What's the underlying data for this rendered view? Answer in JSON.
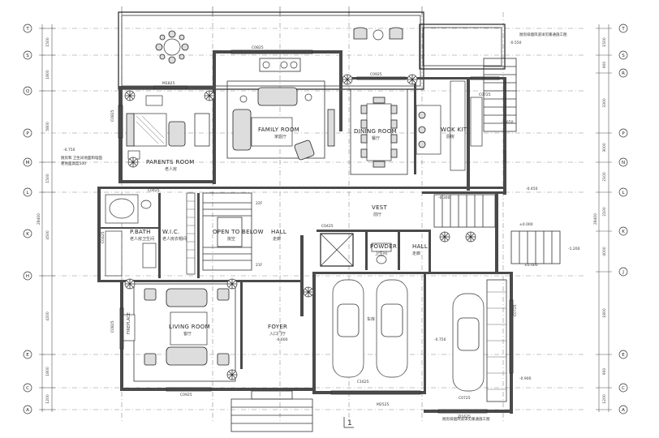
{
  "rooms": {
    "parents_room": {
      "label": "PARENTS ROOM",
      "sub": "老人房"
    },
    "family_room": {
      "label": "FAMILY ROOM",
      "sub": "家庭厅"
    },
    "dining_room": {
      "label": "DINING ROOM",
      "sub": "餐厅"
    },
    "wok_kit": {
      "label": "WOK KIT",
      "sub": "厨房"
    },
    "p_bath": {
      "label": "P.BATH",
      "sub": "老人房卫生间"
    },
    "wic": {
      "label": "W.I.C.",
      "sub": "老人房衣帽间"
    },
    "open_below": {
      "label": "OPEN TO BELOW",
      "sub": "挑空"
    },
    "hall_upper": {
      "label": "HALL",
      "sub": "走廊"
    },
    "vest": {
      "label": "VEST",
      "sub": "前厅"
    },
    "powder": {
      "label": "POWDER",
      "sub": "卫生间"
    },
    "hall_lower": {
      "label": "HALL",
      "sub": "走廊"
    },
    "living_room": {
      "label": "LIVING ROOM",
      "sub": "客厅"
    },
    "foyer": {
      "label": "FOYER",
      "sub": "入口门厅"
    },
    "garage": {
      "label": "",
      "sub": "车库"
    },
    "fireplace": {
      "label": "FIREPLACE"
    }
  },
  "axes_left": [
    "T",
    "S",
    "Q",
    "P",
    "M",
    "L",
    "K",
    "H",
    "E",
    "C",
    "A"
  ],
  "axes_right": [
    "T",
    "S",
    "R",
    "P",
    "N",
    "L",
    "K",
    "J",
    "E",
    "C",
    "A"
  ],
  "dims_left": [
    "1500",
    "1800",
    "5800",
    "1500",
    "4500",
    "4200",
    "1800",
    "1200",
    "28400"
  ],
  "dims_right": [
    "1500",
    "900",
    "3300",
    "3000",
    "2100",
    "2100",
    "4000",
    "1800",
    "900",
    "1200",
    "28400"
  ],
  "stairs": {
    "up": "22F",
    "down": "21F"
  },
  "levels": {
    "l1": "-0.750",
    "l2": "±0.000",
    "l3": "-0.600",
    "l4": "-0.750",
    "l5": "-0.300",
    "l6": "-0.900",
    "l7": "-1.200",
    "l8": "-0.450",
    "l9": "-1.650",
    "l10": "-0.550",
    "l11": "±0.000"
  },
  "openings": {
    "o1": "M1825",
    "o2": "C0925",
    "o3": "C0825",
    "o4": "C0825",
    "o5": "C0425",
    "o6": "C0425",
    "o7": "C0425",
    "o8": "C1625",
    "o9": "C0725",
    "o10": "C0725",
    "o11": "C0725",
    "o12": "C0725",
    "o13": "C0925",
    "o14": "C0825",
    "o15": "M2525",
    "o16": "ZJ1625"
  },
  "notes": {
    "note1": "厨房和 卫生间地面和墙面",
    "note2": "距地面高度500",
    "note3": "厨房排烟风道详见暖通施工图",
    "note4": "厨房排烟风道详见暖通施工图"
  },
  "page_mark": "1"
}
